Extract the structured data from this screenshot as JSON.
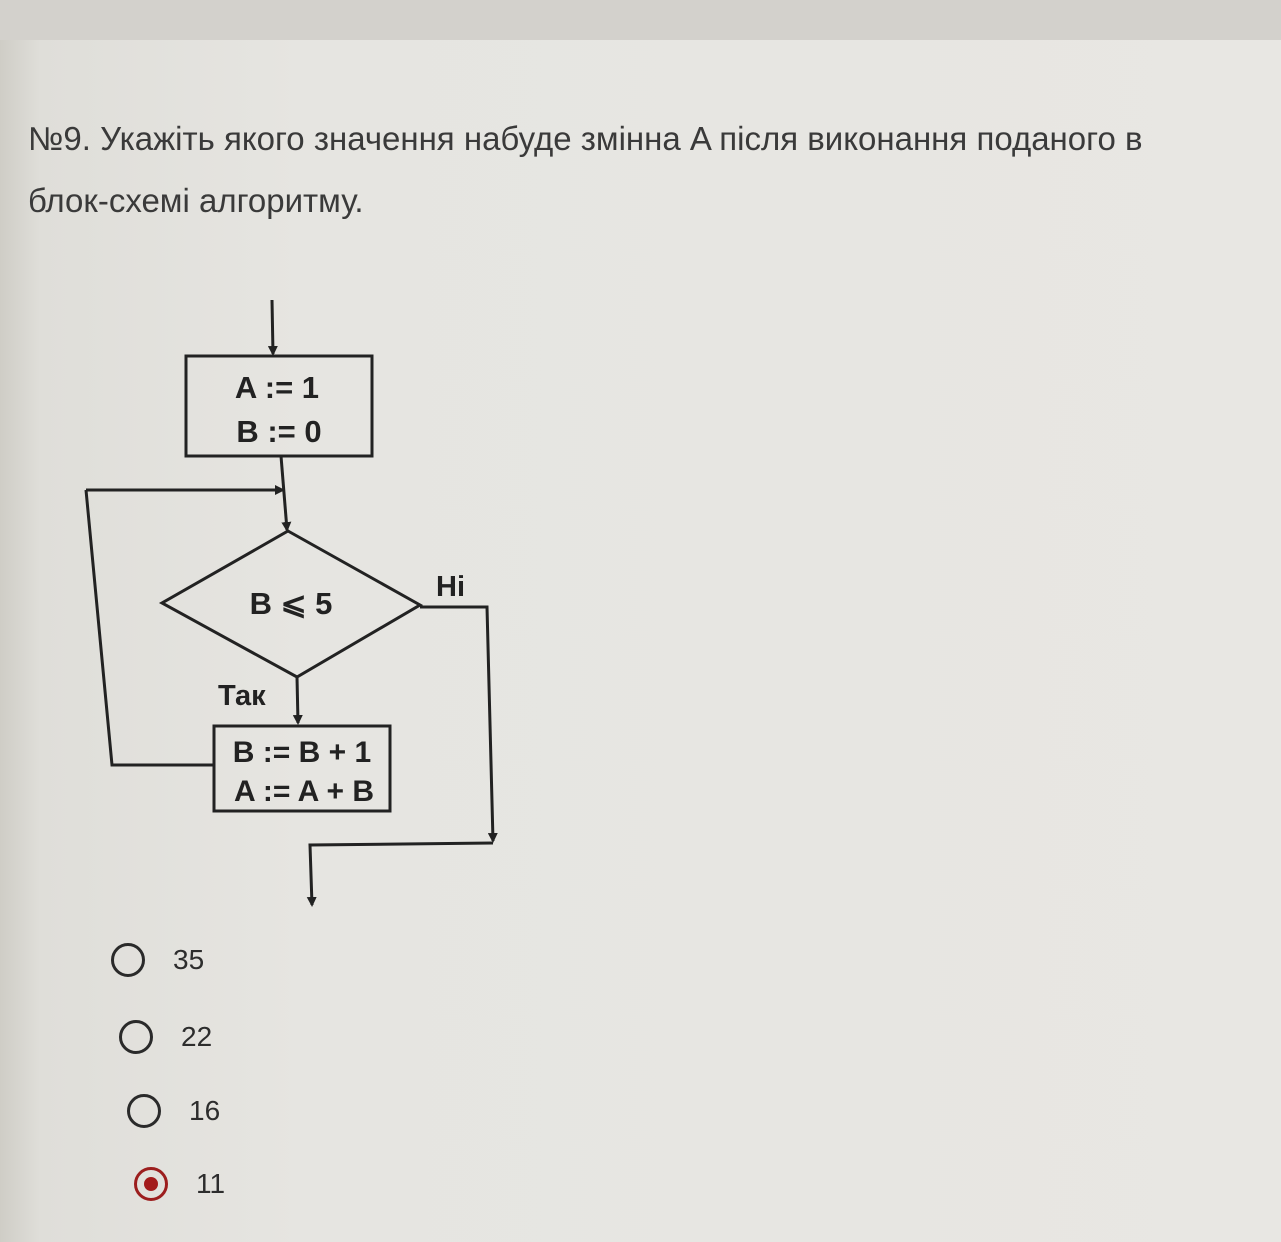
{
  "question": {
    "text": "№9. Укажіть якого значення набуде змінна A після виконання поданого в блок-схемі алгоритму."
  },
  "flowchart": {
    "init_line1": "A := 1",
    "init_line2": "B := 0",
    "condition": "B ⩽ 5",
    "no_label": "Ні",
    "yes_label": "Так",
    "body_line1": "B := B + 1",
    "body_line2": "A := A  + B"
  },
  "options": [
    {
      "label": "35",
      "selected": false
    },
    {
      "label": "22",
      "selected": false
    },
    {
      "label": "16",
      "selected": false
    },
    {
      "label": "11",
      "selected": true
    }
  ],
  "colors": {
    "selected": "#a31b1b"
  }
}
